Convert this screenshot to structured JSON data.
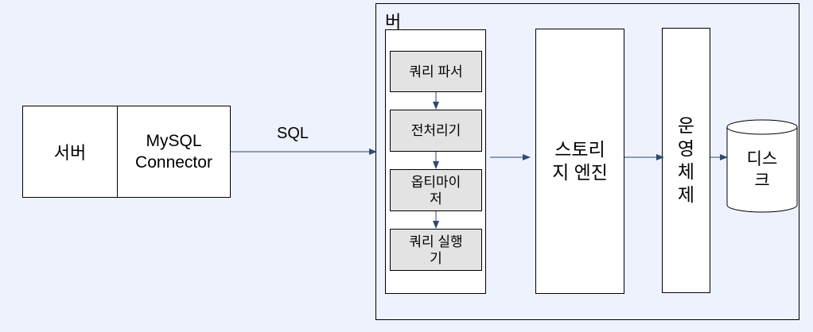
{
  "client": {
    "label": "서버",
    "connector": "MySQL\nConnector"
  },
  "sql_label": "SQL",
  "server": {
    "title": "버",
    "steps": [
      "쿼리 파서",
      "전처리기",
      "옵티마이\n저",
      "쿼리 실행\n기"
    ]
  },
  "storage_engine": "스토리\n지 엔진",
  "os": "운\n영\n체\n제",
  "disk": "디스\n크",
  "colors": {
    "background": "#eef2fc",
    "step_fill": "#e3e3e3",
    "arrow": "#2f4a6d"
  }
}
